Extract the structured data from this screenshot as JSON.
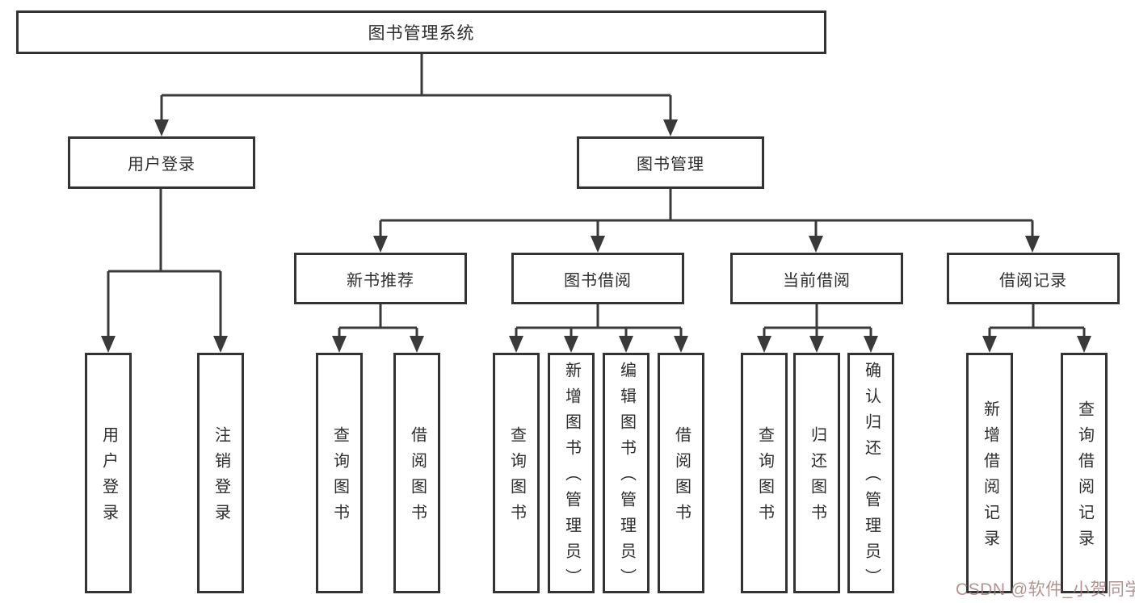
{
  "diagram_type": "tree",
  "structure": {
    "label": "图书管理系统",
    "children": [
      {
        "label": "用户登录",
        "children": [
          {
            "label": "用户登录"
          },
          {
            "label": "注销登录"
          }
        ]
      },
      {
        "label": "图书管理",
        "children": [
          {
            "label": "新书推荐",
            "children": [
              {
                "label": "查询图书"
              },
              {
                "label": "借阅图书"
              }
            ]
          },
          {
            "label": "图书借阅",
            "children": [
              {
                "label": "查询图书"
              },
              {
                "label": "新增图书（管理员）"
              },
              {
                "label": "编辑图书（管理员）"
              },
              {
                "label": "借阅图书"
              }
            ]
          },
          {
            "label": "当前借阅",
            "children": [
              {
                "label": "查询图书"
              },
              {
                "label": "归还图书"
              },
              {
                "label": "确认归还（管理员）"
              }
            ]
          },
          {
            "label": "借阅记录",
            "children": [
              {
                "label": "新增借阅记录"
              },
              {
                "label": "查询借阅记录"
              }
            ]
          }
        ]
      }
    ]
  },
  "watermark": {
    "text": "CSDN @软件_小贺同学",
    "color": "#a07d78"
  },
  "colors": {
    "line": "#3a3a3a",
    "box_border": "#333333",
    "text": "#2d2d2d",
    "background": "#ffffff"
  }
}
